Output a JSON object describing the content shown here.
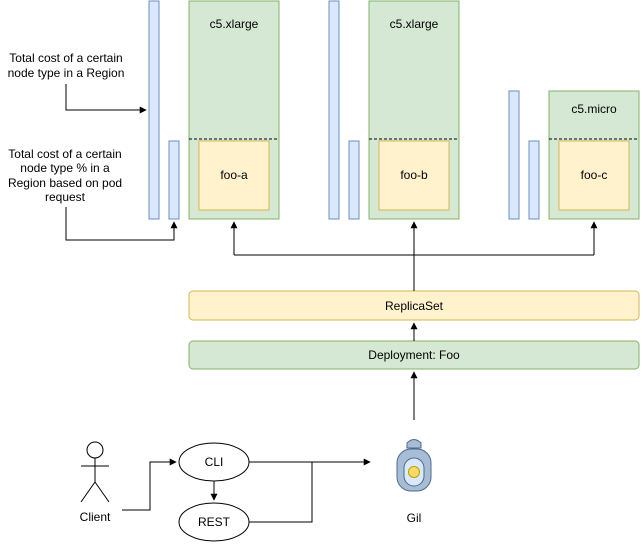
{
  "annotations": {
    "total_cost_lines": [
      "Total cost of a certain",
      "node type in a Region"
    ],
    "pod_cost_lines": [
      "Total cost of a certain",
      "node type % in a",
      "Region based on pod",
      "request"
    ]
  },
  "nodes": [
    {
      "type": "c5.xlarge",
      "pod": "foo-a"
    },
    {
      "type": "c5.xlarge",
      "pod": "foo-b"
    },
    {
      "type": "c5.micro",
      "pod": "foo-c"
    }
  ],
  "replicaset": {
    "label": "ReplicaSet"
  },
  "deployment": {
    "label": "Deployment: Foo"
  },
  "client": {
    "label": "Client"
  },
  "cli": {
    "label": "CLI"
  },
  "rest": {
    "label": "REST"
  },
  "gil": {
    "label": "Gil"
  },
  "colors": {
    "node_fill": "#d5e8d4",
    "node_stroke": "#82b366",
    "pod_fill": "#fff2cc",
    "pod_stroke": "#d6b656",
    "bar_fill": "#dae8fc",
    "bar_stroke": "#6c8ebf",
    "robot_body": "#a7bdd6",
    "robot_window": "#ffd966"
  }
}
